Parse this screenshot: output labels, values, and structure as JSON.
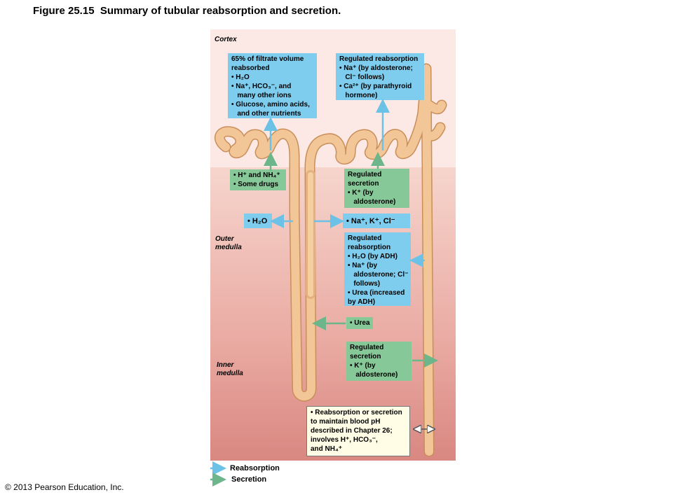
{
  "title": "Figure 25.15  Summary of tubular reabsorption and secretion.",
  "copyright": "© 2013 Pearson Education, Inc.",
  "zones": {
    "cortex": "Cortex",
    "outer_medulla": "Outer\nmedulla",
    "inner_medulla": "Inner\nmedulla"
  },
  "boxes": {
    "pct_reabsorbed": "65% of filtrate volume\nreabsorbed\n• H₂O\n• Na⁺, HCO₃⁻, and\n   many other ions\n• Glucose, amino acids,\n   and other nutrients",
    "regulated_reabsorption_dct": "Regulated reabsorption\n• Na⁺ (by aldosterone;\n   Cl⁻ follows)\n• Ca²⁺ (by parathyroid\n   hormone)",
    "pct_secretion": "• H⁺ and NH₄⁺\n• Some drugs",
    "regulated_secretion_dct": "Regulated\nsecretion\n• K⁺ (by\n   aldosterone)",
    "water_descending": "• H₂O",
    "ions_ascending": "• Na⁺, K⁺, Cl⁻",
    "regulated_reabsorption_cd": "Regulated\nreabsorption\n• H₂O (by ADH)\n• Na⁺ (by\n   aldosterone; Cl⁻\n   follows)\n• Urea (increased\nby ADH)",
    "urea": "• Urea",
    "regulated_secretion_cd": "Regulated\nsecretion\n• K⁺ (by\n   aldosterone)",
    "acid_base": "• Reabsorption or secretion\nto maintain blood pH\ndescribed in Chapter 26;\ninvolves H⁺, HCO₃⁻,\nand NH₄⁺"
  },
  "legend": {
    "reabsorption": "Reabsorption",
    "secretion": "Secretion"
  },
  "colors": {
    "reabsorption": "#6cc2e6",
    "secretion": "#6db58a",
    "tubule": "#f2c696",
    "tubule_edge": "#c98e5a"
  }
}
